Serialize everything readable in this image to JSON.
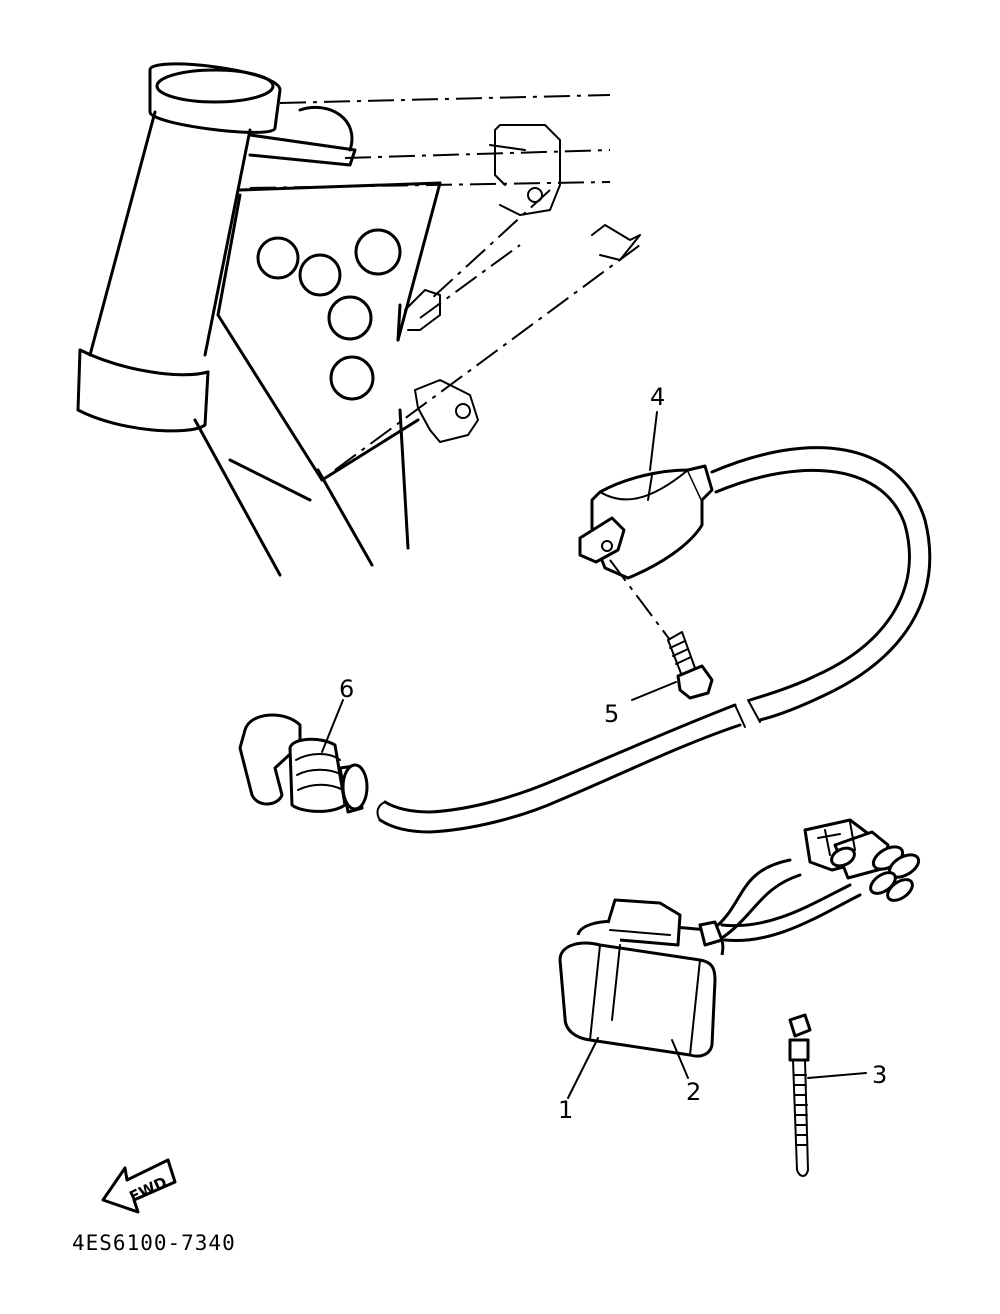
{
  "diagram": {
    "callouts": [
      {
        "id": "1",
        "label": "1"
      },
      {
        "id": "2",
        "label": "2"
      },
      {
        "id": "3",
        "label": "3"
      },
      {
        "id": "4",
        "label": "4"
      },
      {
        "id": "5",
        "label": "5"
      },
      {
        "id": "6",
        "label": "6"
      }
    ],
    "fwd_label": "FWD",
    "drawing_code": "4ES6100-7340"
  },
  "colors": {
    "line": "#000000",
    "background": "#ffffff"
  }
}
